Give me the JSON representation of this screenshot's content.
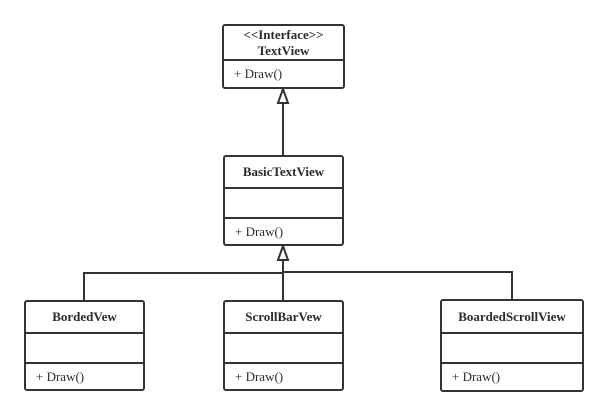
{
  "classes": {
    "textview": {
      "stereotype": "<<Interface>>",
      "name": "TextView",
      "methods": [
        "+ Draw()"
      ]
    },
    "basictextview": {
      "name": "BasicTextView",
      "attributes": [],
      "methods": [
        "+ Draw()"
      ]
    },
    "bordedvew": {
      "name": "BordedVew",
      "attributes": [],
      "methods": [
        "+ Draw()"
      ]
    },
    "scrollbarvew": {
      "name": "ScrollBarVew",
      "attributes": [],
      "methods": [
        "+ Draw()"
      ]
    },
    "boardedscrollview": {
      "name": "BoardedScrollView",
      "attributes": [],
      "methods": [
        "+ Draw()"
      ]
    }
  },
  "relationships": [
    {
      "type": "realization",
      "from": "BasicTextView",
      "to": "TextView"
    },
    {
      "type": "generalization",
      "from": "BordedVew",
      "to": "BasicTextView"
    },
    {
      "type": "generalization",
      "from": "ScrollBarVew",
      "to": "BasicTextView"
    },
    {
      "type": "generalization",
      "from": "BoardedScrollView",
      "to": "BasicTextView"
    }
  ],
  "colors": {
    "stroke": "#333333",
    "fill": "#ffffff",
    "text": "#2b2b2b"
  }
}
